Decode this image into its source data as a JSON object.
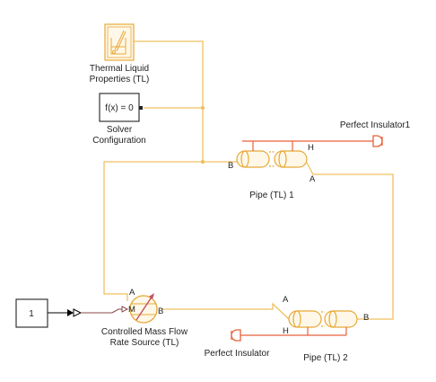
{
  "diagram": {
    "blocks": {
      "thermal_liquid_properties": {
        "label_line1": "Thermal Liquid",
        "label_line2": "Properties (TL)"
      },
      "solver_configuration": {
        "expression": "f(x) = 0",
        "label_line1": "Solver",
        "label_line2": "Configuration"
      },
      "pipe_1": {
        "label": "Pipe (TL) 1",
        "port_a": "A",
        "port_b": "B",
        "port_h": "H"
      },
      "pipe_2": {
        "label": "Pipe (TL) 2",
        "port_a": "A",
        "port_b": "B",
        "port_h": "H"
      },
      "perfect_insulator_1": {
        "label": "Perfect Insulator1"
      },
      "perfect_insulator": {
        "label": "Perfect Insulator"
      },
      "constant": {
        "value": "1"
      },
      "mass_flow_source": {
        "label_line1": "Controlled Mass Flow",
        "label_line2": "Rate Source (TL)",
        "port_a": "A",
        "port_b": "B",
        "port_m": "M"
      }
    },
    "colors": {
      "thermal_liquid_line": "#F0C060",
      "thermal_liquid_block": "#E8A838",
      "thermal_line": "#E8603A",
      "signal_line": "#000000",
      "physical_signal_line": "#8B4A4A"
    }
  }
}
